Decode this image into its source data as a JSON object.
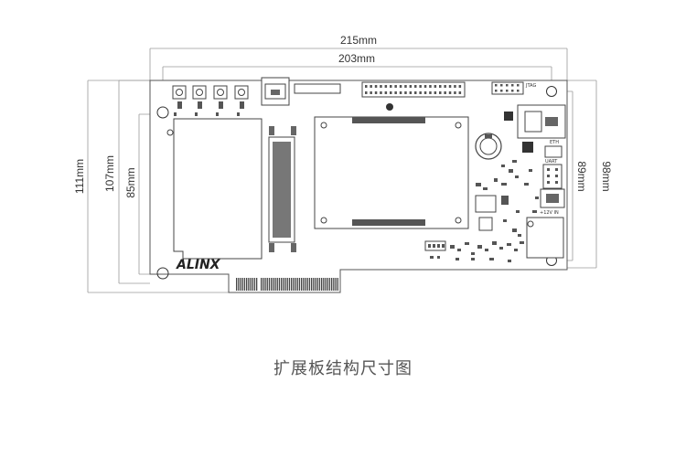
{
  "dimensions": {
    "width_total": "215mm",
    "width_holes": "203mm",
    "height_total": "111mm",
    "height_board": "107mm",
    "height_inner": "85mm",
    "height_right_outer": "98mm",
    "height_right_inner": "89mm"
  },
  "board": {
    "logo": "ALINX",
    "labels": {
      "jtag": "JTAG",
      "eth": "ETH",
      "uart": "UART",
      "power": "+12V IN"
    }
  },
  "caption": "扩展板结构尺寸图"
}
